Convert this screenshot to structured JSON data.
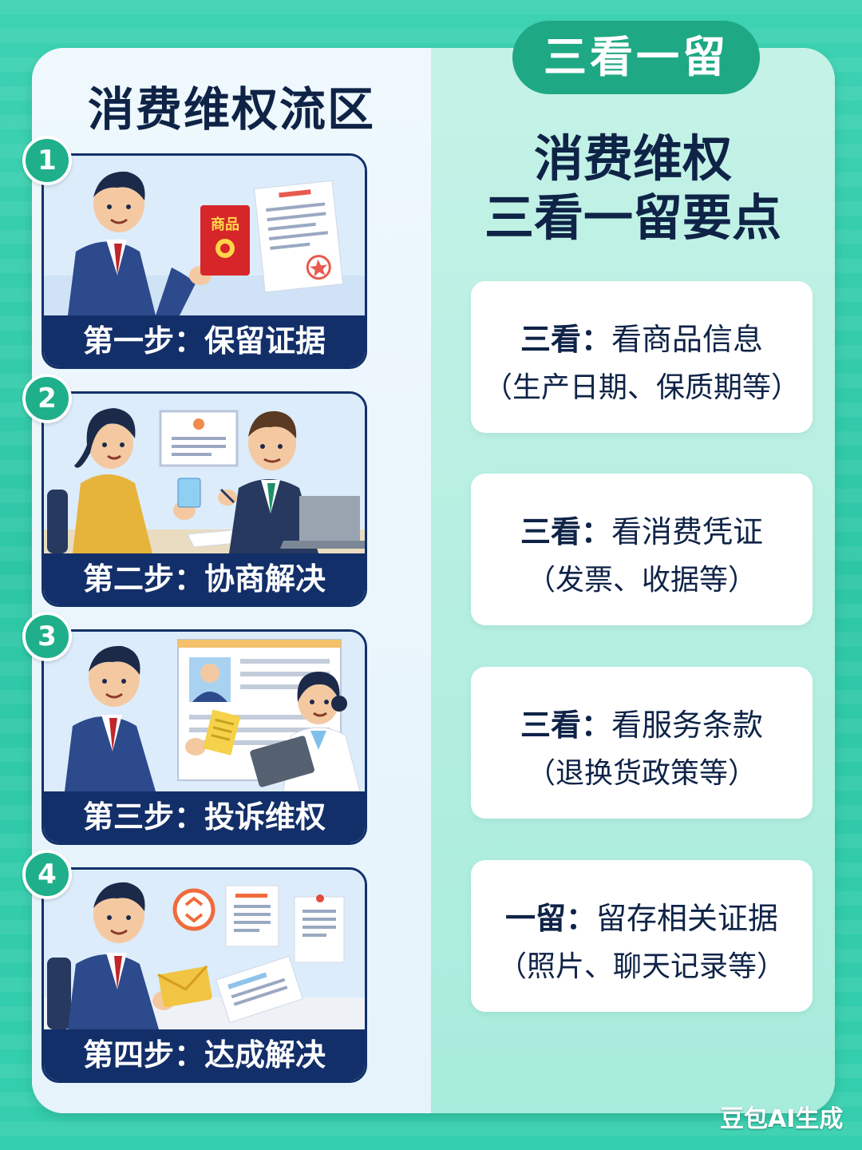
{
  "left": {
    "title": "消费维权流区",
    "steps": [
      {
        "num": "1",
        "caption": "第一步：保留证据",
        "badge_text": "商品"
      },
      {
        "num": "2",
        "caption": "第二步：协商解决"
      },
      {
        "num": "3",
        "caption": "第三步：投诉维权"
      },
      {
        "num": "4",
        "caption": "第四步：达成解决"
      }
    ]
  },
  "right": {
    "pill": "三看一留",
    "heading_line1": "消费维权",
    "heading_line2": "三看一留要点",
    "tips": [
      {
        "label": "三看：",
        "text": "看商品信息",
        "sub": "（生产日期、保质期等）"
      },
      {
        "label": "三看：",
        "text": "看消费凭证",
        "sub": "（发票、收据等）"
      },
      {
        "label": "三看：",
        "text": "看服务条款",
        "sub": "（退换货政策等）"
      },
      {
        "label": "一留：",
        "text": "留存相关证据",
        "sub": "（照片、聊天记录等）"
      }
    ]
  },
  "watermark": "豆包AI生成",
  "colors": {
    "navy": "#132f69",
    "teal": "#1fa884",
    "background": "#34cfae"
  }
}
